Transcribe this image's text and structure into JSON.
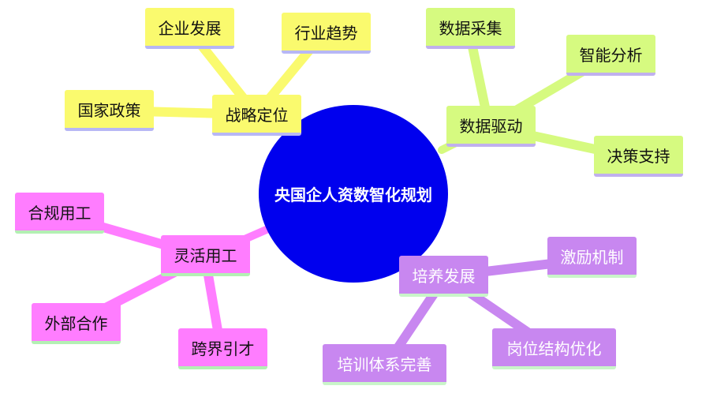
{
  "center": "央国企人资数智化规划",
  "branches": {
    "strategy": {
      "label": "战略定位",
      "color": "#fafa6e",
      "children": [
        "企业发展",
        "行业趋势",
        "国家政策"
      ]
    },
    "data": {
      "label": "数据驱动",
      "color": "#d6fa80",
      "children": [
        "数据采集",
        "智能分析",
        "决策支持"
      ]
    },
    "flex": {
      "label": "灵活用工",
      "color": "#ff7dff",
      "children": [
        "合规用工",
        "外部合作",
        "跨界引才"
      ]
    },
    "develop": {
      "label": "培养发展",
      "color": "#c887f0",
      "children": [
        "激励机制",
        "岗位结构优化",
        "培训体系完善"
      ]
    }
  },
  "center_color": "#0000ee"
}
